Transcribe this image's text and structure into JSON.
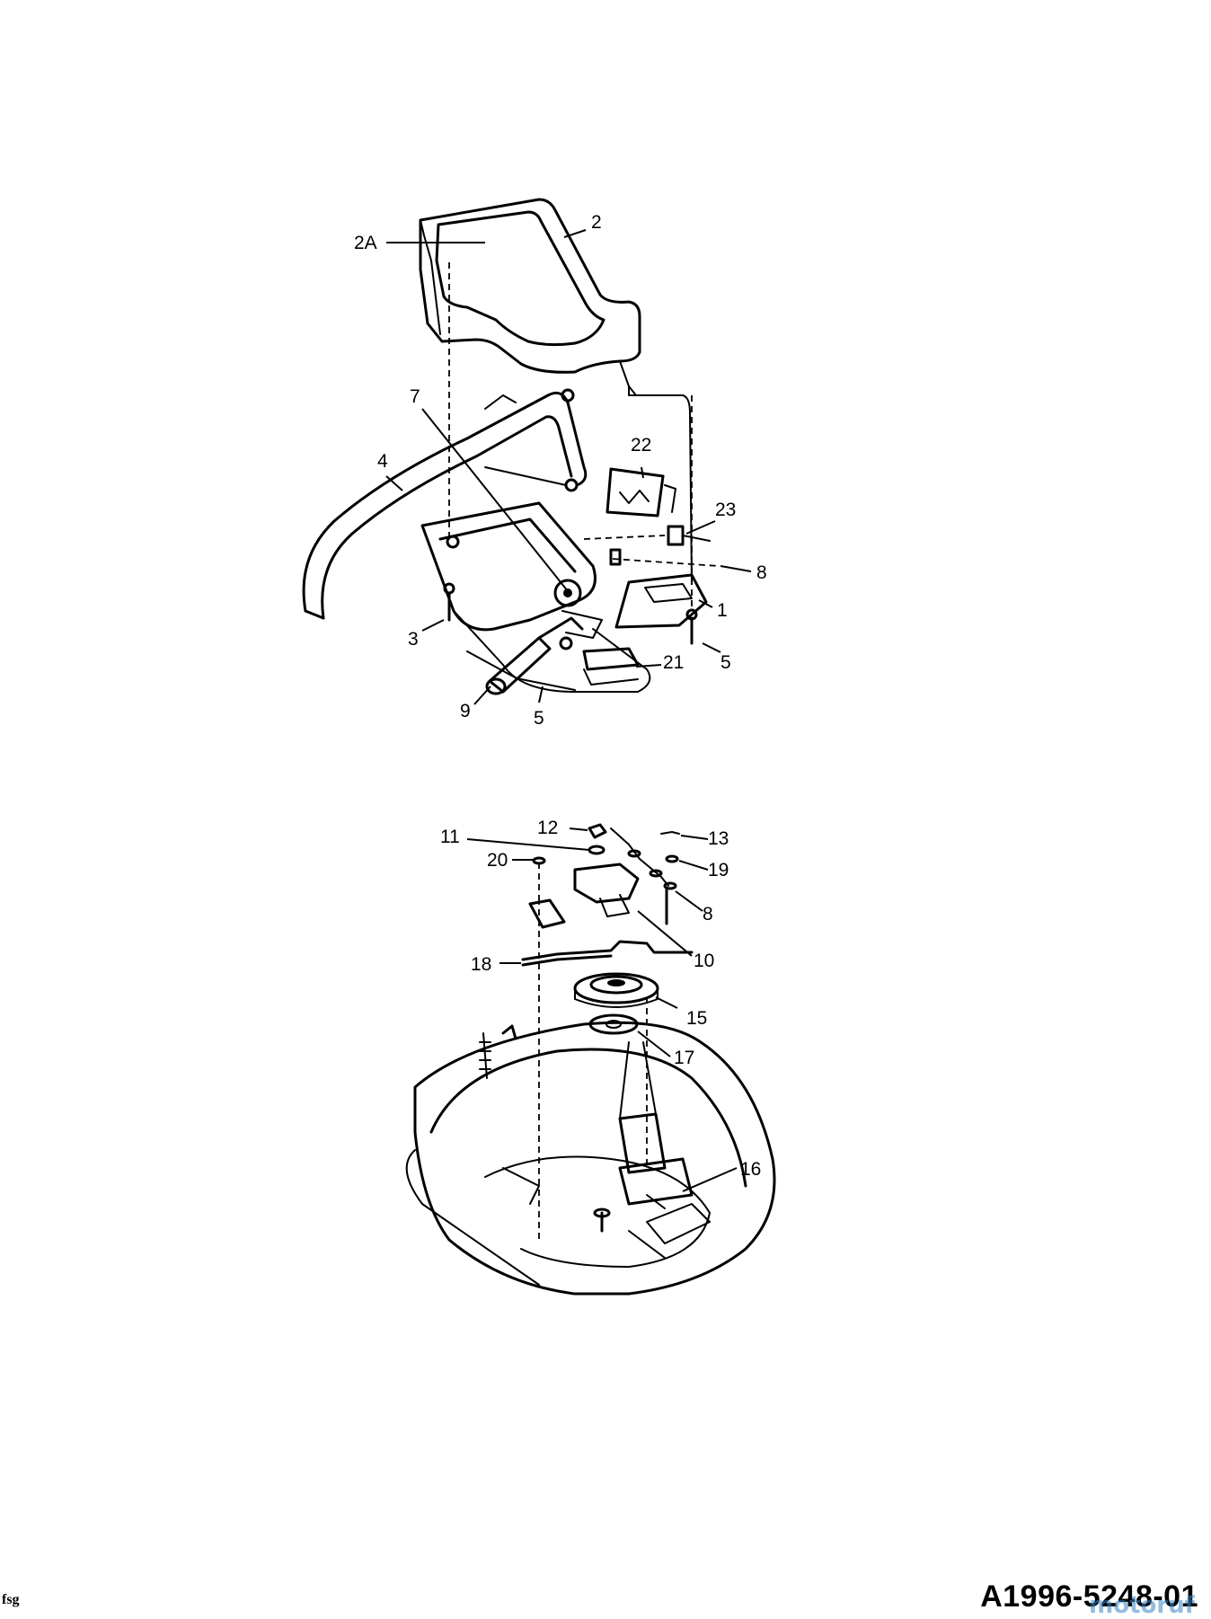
{
  "callouts": {
    "c2": "2",
    "c2A": "2A",
    "c7": "7",
    "c4": "4",
    "c22": "22",
    "c23": "23",
    "c8a": "8",
    "c1": "1",
    "c3": "3",
    "c5a": "5",
    "c21": "21",
    "c9": "9",
    "c5b": "5",
    "c12": "12",
    "c11": "11",
    "c13": "13",
    "c20": "20",
    "c19": "19",
    "c8b": "8",
    "c10": "10",
    "c18": "18",
    "c15": "15",
    "c17": "17",
    "c16": "16"
  },
  "footer": {
    "left_code": "fsg",
    "drawing_number": "A1996-5248-01",
    "watermark": "motoruf"
  }
}
